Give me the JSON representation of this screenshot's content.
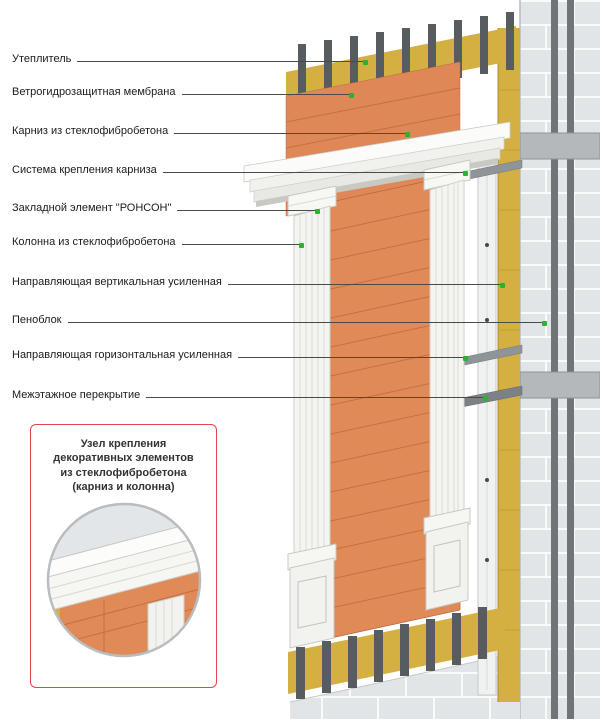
{
  "callouts": [
    {
      "text": "Утеплитель"
    },
    {
      "text": "Ветрогидрозащитная мембрана"
    },
    {
      "text": "Карниз из стеклофибробетона"
    },
    {
      "text": "Система крепления карниза"
    },
    {
      "text": "Закладной элемент \"РОНСОН\""
    },
    {
      "text": "Колонна из стеклофибробетона"
    },
    {
      "text": "Направляющая вертикальная усиленная"
    },
    {
      "text": "Пеноблок"
    },
    {
      "text": "Направляющая горизонтальная усиленная"
    },
    {
      "text": "Межэтажное перекрытие"
    }
  ],
  "inset": {
    "title": "Узел крепления\nдекоративных элементов\nиз стеклофибробетона\n(карниз и колонна)"
  },
  "colors": {
    "leader_dot_green": "#2bb233",
    "panel_orange": "#e08a58",
    "insulation_yellow": "#d4b042",
    "inset_border_red": "#e0474c",
    "cornice_white": "#f7f7f4",
    "wall_gray": "#e2e5e7",
    "rail_gray": "#565c60"
  }
}
